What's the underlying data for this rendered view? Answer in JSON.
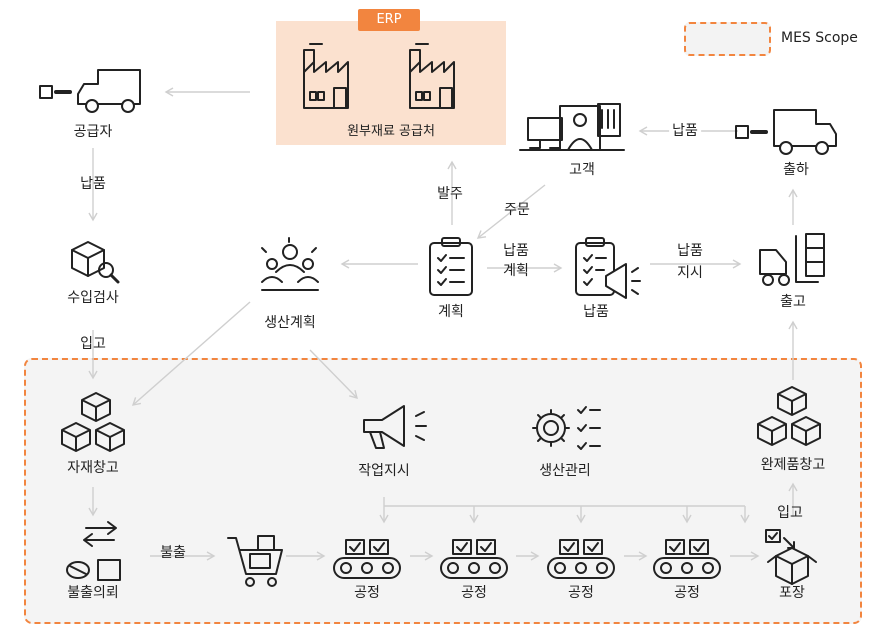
{
  "legend": {
    "label": "MES Scope"
  },
  "erp": {
    "badge": "ERP",
    "supplier_label": "원부재료 공급처"
  },
  "nodes": {
    "supplier": "공급자",
    "incoming_inspection": "수입검사",
    "material_warehouse": "자재창고",
    "release_request": "불출의뢰",
    "production_planning": "생산계획",
    "plan": "계획",
    "delivery": "납품",
    "customer": "고객",
    "shipping": "출하",
    "outbound": "출고",
    "finished_goods_warehouse": "완제품창고",
    "work_order": "작업지시",
    "production_management": "생산관리",
    "process_1": "공정",
    "process_2": "공정",
    "process_3": "공정",
    "process_4": "공정",
    "packaging": "포장"
  },
  "edges": {
    "supplier_delivery": "납품",
    "inbound_1": "입고",
    "purchase_order": "발주",
    "order": "주문",
    "delivery_plan_line1": "납품",
    "delivery_plan_line2": "계획",
    "delivery_instruction_line1": "납품",
    "delivery_instruction_line2": "지시",
    "customer_delivery": "납품",
    "release": "불출",
    "inbound_2": "입고"
  },
  "colors": {
    "accent": "#f2853f",
    "erp_fill": "#fbe1cf",
    "mes_fill": "#f4f4f4",
    "arrow": "#cfcfcf",
    "icon": "#222222"
  }
}
